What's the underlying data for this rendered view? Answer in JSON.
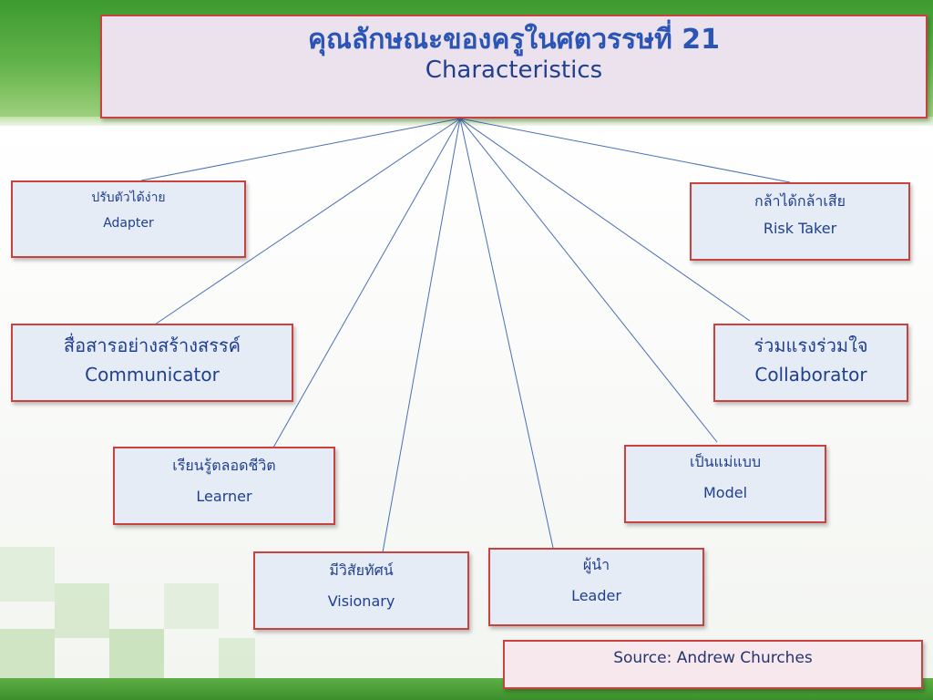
{
  "title": {
    "thai": "คุณลักษณะของครูในศตวรรษที่ 21",
    "english": "Characteristics"
  },
  "nodes": [
    {
      "id": "adapter",
      "thai": "ปรับตัวได้ง่าย",
      "english": "Adapter"
    },
    {
      "id": "risk-taker",
      "thai": "กล้าได้กล้าเสีย",
      "english": "Risk Taker"
    },
    {
      "id": "communicator",
      "thai": "สื่อสารอย่างสร้างสรรค์",
      "english": "Communicator"
    },
    {
      "id": "collaborator",
      "thai": "ร่วมแรงร่วมใจ",
      "english": "Collaborator"
    },
    {
      "id": "learner",
      "thai": "เรียนรู้ตลอดชีวิต",
      "english": "Learner"
    },
    {
      "id": "model",
      "thai": "เป็นแม่แบบ",
      "english": "Model"
    },
    {
      "id": "visionary",
      "thai": "มีวิสัยทัศน์",
      "english": "Visionary"
    },
    {
      "id": "leader",
      "thai": "ผู้นำ",
      "english": "Leader"
    }
  ],
  "source": "Source: Andrew Churches",
  "colors": {
    "box_fill": "#e6ecf6",
    "box_border": "#c8423f",
    "text": "#1f3f8f",
    "connector": "#4a6fb5",
    "header_green": "#3d9a2f"
  }
}
